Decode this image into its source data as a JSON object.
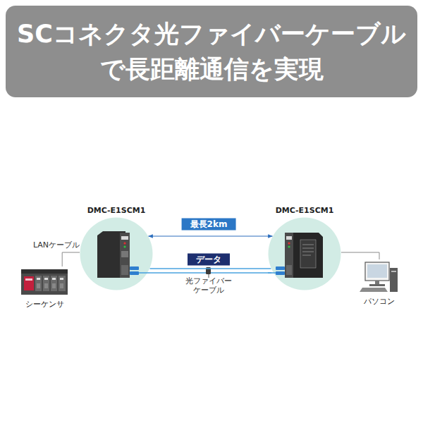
{
  "diagram": {
    "title": "SCコネクタ光ファイバーケーブル で長距離通信を実現",
    "nodes": [
      {
        "text": [
          "シーケンサ"
        ]
      },
      {
        "text": [
          "DMC-E1SCM1"
        ]
      },
      {
        "text": [
          "DMC-E1SCM1"
        ]
      },
      {
        "text": [
          "パソコン"
        ]
      }
    ],
    "edges": [
      {
        "from": 0,
        "to": 1,
        "arrow": "none",
        "label": "LANケーブル"
      },
      {
        "from": 1,
        "to": 2,
        "arrow": "both",
        "label": "最長2km"
      },
      {
        "from": 1,
        "to": 2,
        "arrow": "none",
        "label": "データ"
      },
      {
        "from": 2,
        "to": 3,
        "arrow": "none"
      }
    ],
    "labels": [
      "光ファイバー ケーブル"
    ]
  }
}
